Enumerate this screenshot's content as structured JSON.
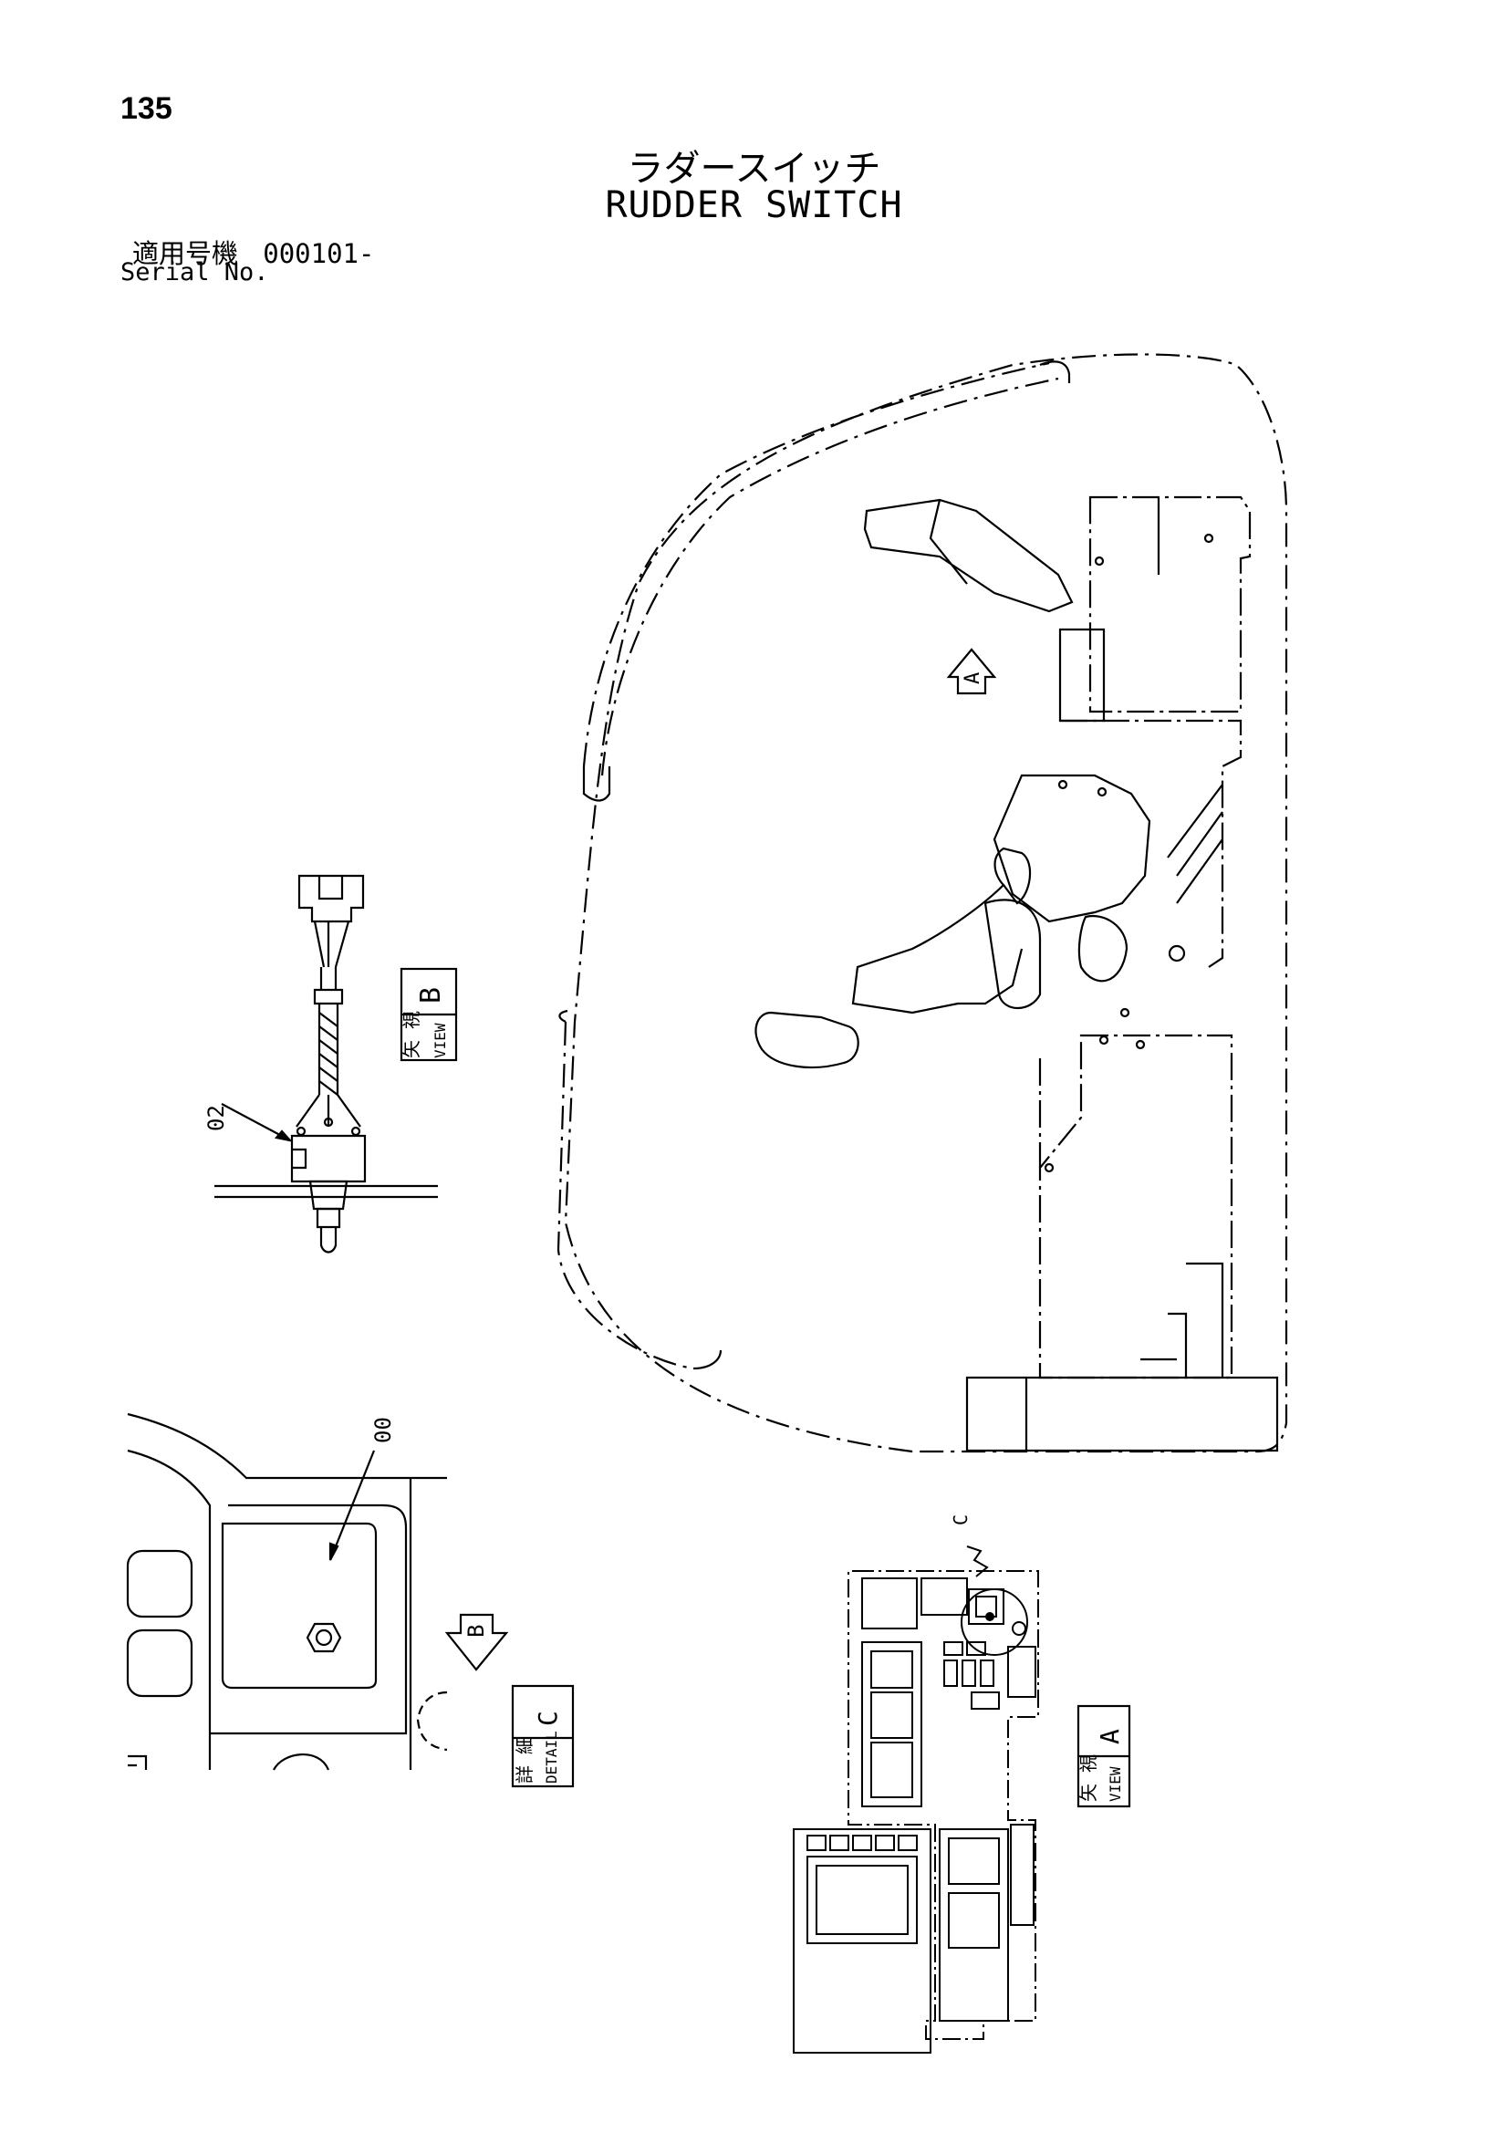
{
  "page_number": "135",
  "title": {
    "japanese": "ラダースイッチ",
    "english": "RUDDER SWITCH"
  },
  "serial": {
    "label_jp": "適用号機",
    "value": "000101-",
    "label_en": "Serial No."
  },
  "callouts": {
    "part_02": "02",
    "part_00": "00",
    "ref_c": "C"
  },
  "view_boxes": {
    "view_b": {
      "kanji": "矢 視",
      "sub": "VIEW",
      "letter": "B"
    },
    "detail_c": {
      "kanji": "詳 細",
      "sub": "DETAIL",
      "letter": "C"
    },
    "view_a": {
      "kanji": "矢 視",
      "sub": "VIEW",
      "letter": "A"
    }
  },
  "arrows": {
    "arrow_a": "A",
    "arrow_b": "B"
  }
}
